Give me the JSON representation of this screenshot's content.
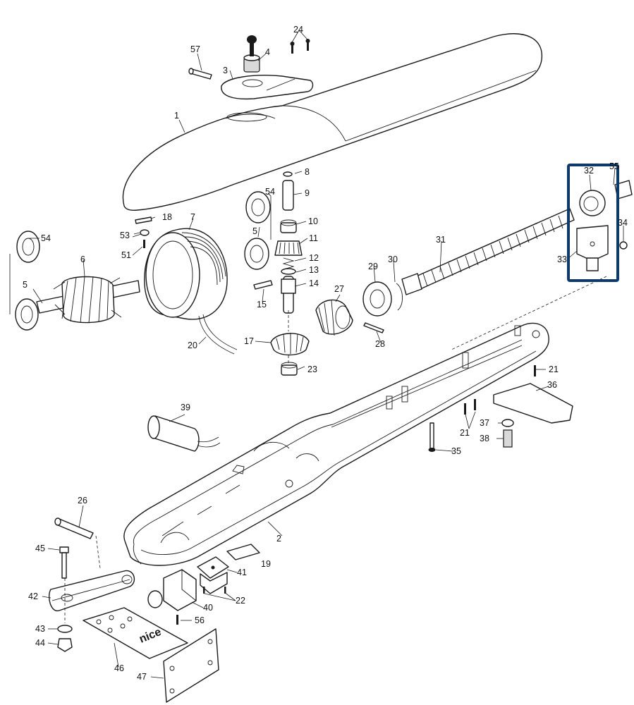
{
  "diagram": {
    "highlight_color": "#0b3a6e",
    "highlighted_parts": [
      "32",
      "55",
      "33",
      "34"
    ],
    "callouts": {
      "c1": "1",
      "c2": "2",
      "c3": "3",
      "c4": "4",
      "c5a": "5",
      "c5b": "5",
      "c6": "6",
      "c7": "7",
      "c8": "8",
      "c9": "9",
      "c10": "10",
      "c11": "11",
      "c12": "12",
      "c13": "13",
      "c14": "14",
      "c15": "15",
      "c17": "17",
      "c18": "18",
      "c19": "19",
      "c20": "20",
      "c21a": "21",
      "c21b": "21",
      "c22": "22",
      "c23": "23",
      "c24": "24",
      "c26": "26",
      "c27": "27",
      "c28": "28",
      "c29": "29",
      "c30": "30",
      "c31": "31",
      "c32": "32",
      "c33": "33",
      "c34": "34",
      "c35": "35",
      "c36": "36",
      "c37": "37",
      "c38": "38",
      "c39": "39",
      "c40": "40",
      "c41": "41",
      "c42": "42",
      "c43": "43",
      "c44": "44",
      "c45": "45",
      "c46": "46",
      "c47": "47",
      "c51": "51",
      "c53": "53",
      "c54a": "54",
      "c54b": "54",
      "c55": "55",
      "c56": "56",
      "c57": "57"
    },
    "plate_logo": "nice"
  }
}
